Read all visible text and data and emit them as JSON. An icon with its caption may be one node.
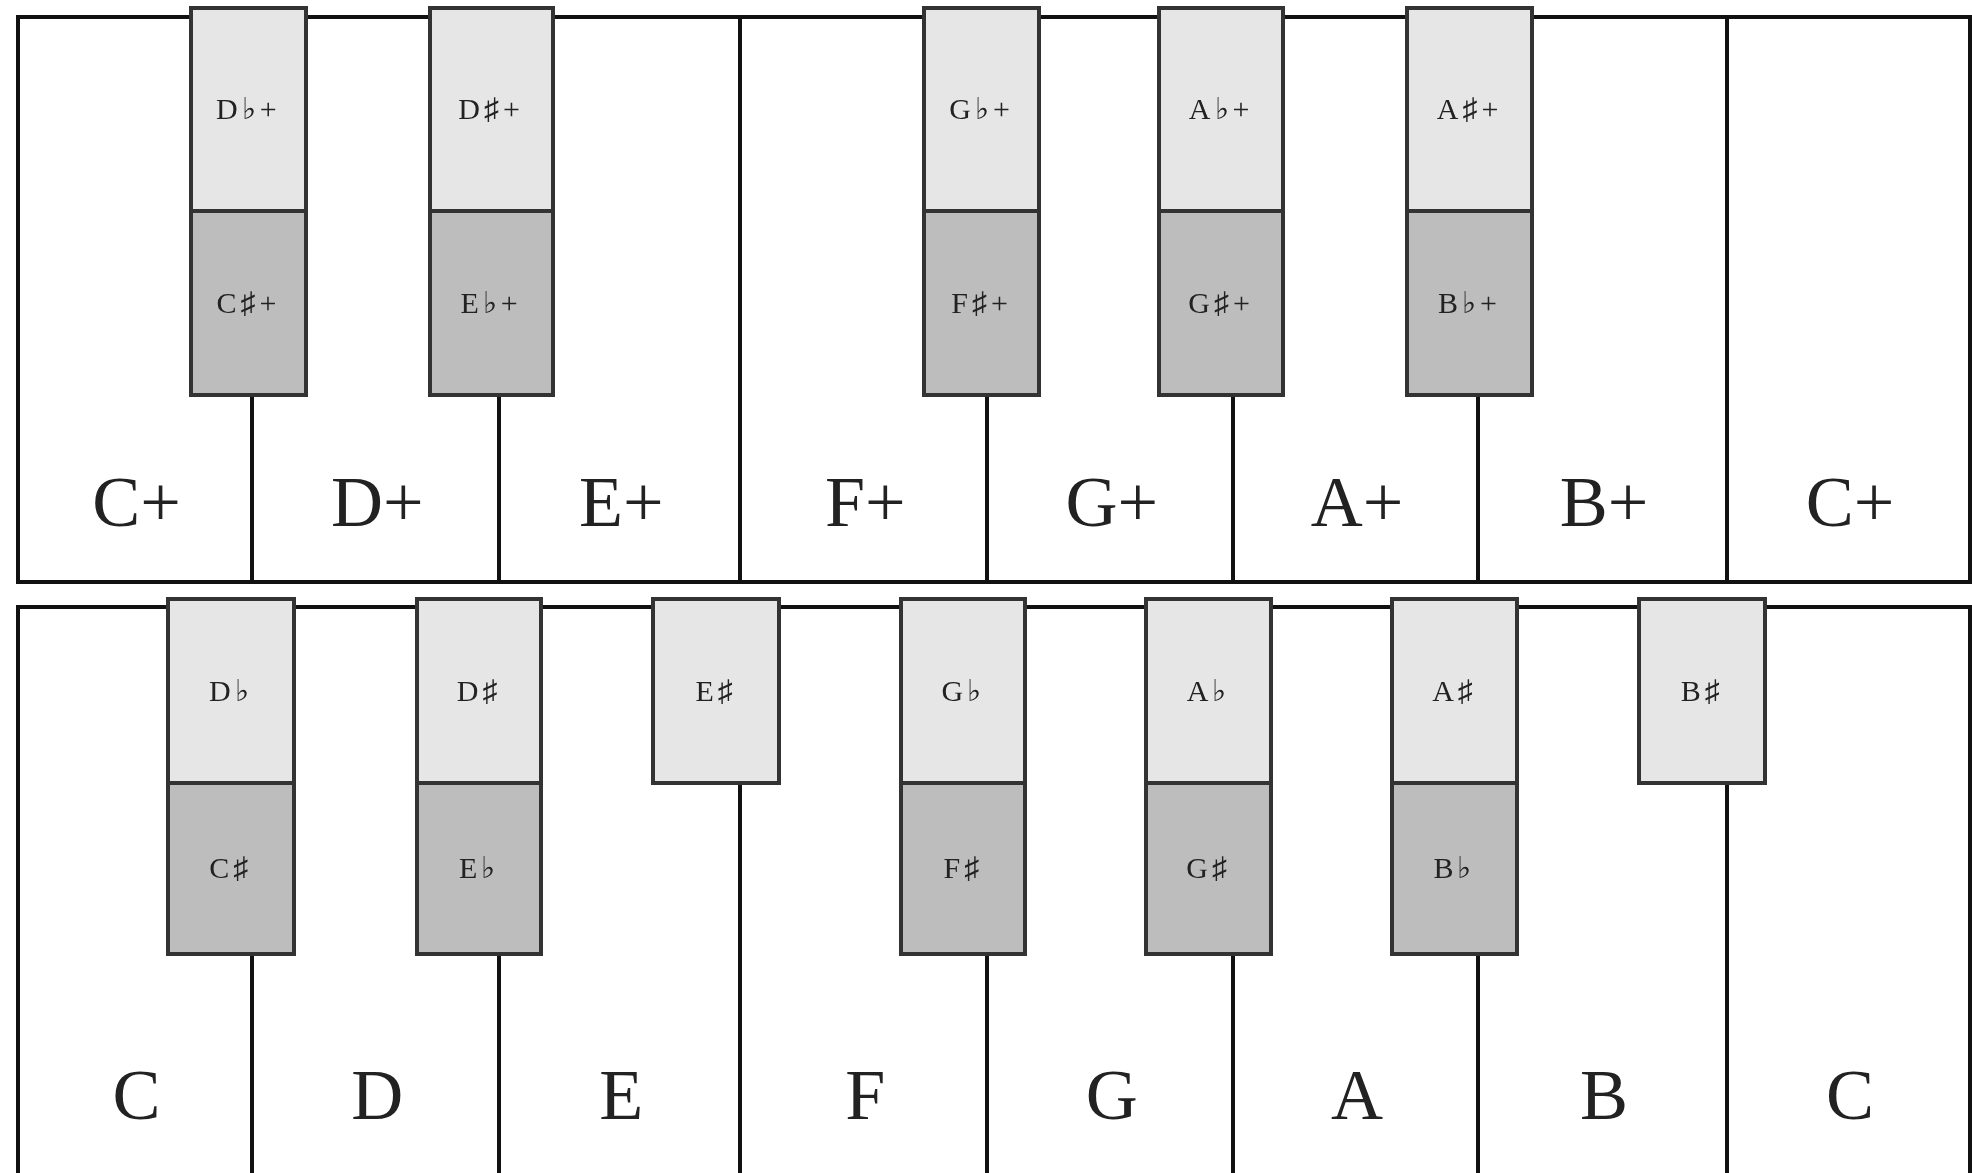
{
  "diagram": {
    "nodes": [
      {
        "text": [
          "D♭+"
        ]
      },
      {
        "text": [
          "D♯+"
        ]
      },
      {
        "text": [
          "G♭+"
        ]
      },
      {
        "text": [
          "A♭+"
        ]
      },
      {
        "text": [
          "A♯+"
        ]
      },
      {
        "text": [
          "C♯+"
        ]
      },
      {
        "text": [
          "E♭+"
        ]
      },
      {
        "text": [
          "F♯+"
        ]
      },
      {
        "text": [
          "G♯+"
        ]
      },
      {
        "text": [
          "B♭+"
        ]
      },
      {
        "text": [
          "C+"
        ]
      },
      {
        "text": [
          "D+"
        ]
      },
      {
        "text": [
          "E+"
        ]
      },
      {
        "text": [
          "F+"
        ]
      },
      {
        "text": [
          "G+"
        ]
      },
      {
        "text": [
          "A+"
        ]
      },
      {
        "text": [
          "B+"
        ]
      },
      {
        "text": [
          "C+"
        ]
      },
      {
        "text": [
          "D♭"
        ]
      },
      {
        "text": [
          "D♯"
        ]
      },
      {
        "text": [
          "E♯"
        ]
      },
      {
        "text": [
          "G♭"
        ]
      },
      {
        "text": [
          "A♭"
        ]
      },
      {
        "text": [
          "A♯"
        ]
      },
      {
        "text": [
          "B♯"
        ]
      },
      {
        "text": [
          "C♯"
        ]
      },
      {
        "text": [
          "E♭"
        ]
      },
      {
        "text": [
          "F♯"
        ]
      },
      {
        "text": [
          "G♯"
        ]
      },
      {
        "text": [
          "B♭"
        ]
      },
      {
        "text": [
          "C"
        ]
      },
      {
        "text": [
          "D"
        ]
      },
      {
        "text": [
          "E"
        ]
      },
      {
        "text": [
          "F"
        ]
      },
      {
        "text": [
          "G"
        ]
      },
      {
        "text": [
          "A"
        ]
      },
      {
        "text": [
          "B"
        ]
      },
      {
        "text": [
          "C"
        ]
      }
    ]
  }
}
